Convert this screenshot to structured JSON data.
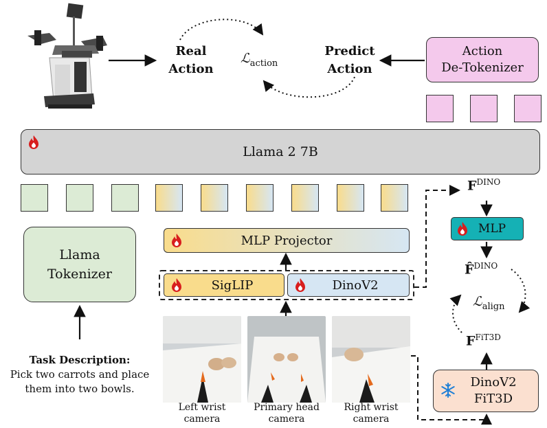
{
  "top": {
    "real_action_1": "Real",
    "real_action_2": "Action",
    "loss_action": "ℒ",
    "loss_action_sub": "action",
    "predict_action_1": "Predict",
    "predict_action_2": "Action",
    "detokenizer_1": "Action",
    "detokenizer_2": "De-Tokenizer"
  },
  "llm": {
    "label": "Llama 2 7B"
  },
  "tokenizer": {
    "line1": "Llama",
    "line2": "Tokenizer"
  },
  "projector": {
    "label": "MLP Projector"
  },
  "encoders": {
    "siglip": "SigLIP",
    "dinov2": "DinoV2"
  },
  "task": {
    "title": "Task Description:",
    "line1": "Pick two carrots and place",
    "line2": "them into two bowls."
  },
  "cameras": [
    {
      "line1": "Left wrist",
      "line2": "camera"
    },
    {
      "line1": "Primary head",
      "line2": "camera"
    },
    {
      "line1": "Right wrist",
      "line2": "camera"
    }
  ],
  "right_branch": {
    "f_dino": "F",
    "f_dino_sup": "DINO",
    "mlp": "MLP",
    "f_hat_dino": "F̂",
    "f_hat_dino_sup": "DINO",
    "loss_align": "ℒ",
    "loss_align_sub": "align",
    "f_fit3d": "F",
    "f_fit3d_sup": "FiT3D",
    "fit3d_1": "DinoV2",
    "fit3d_2": "FiT3D"
  },
  "colors": {
    "green_token": "#dcebd5",
    "pink": "#f4c9ec",
    "llm_gray": "#d4d4d4",
    "mlp_teal": "#15b1b5",
    "siglip_yellow": "#f9dc8c",
    "dino_blue": "#d6e6f3",
    "fit3d_peach": "#fbe0d0",
    "flame": "#d81e1e"
  }
}
